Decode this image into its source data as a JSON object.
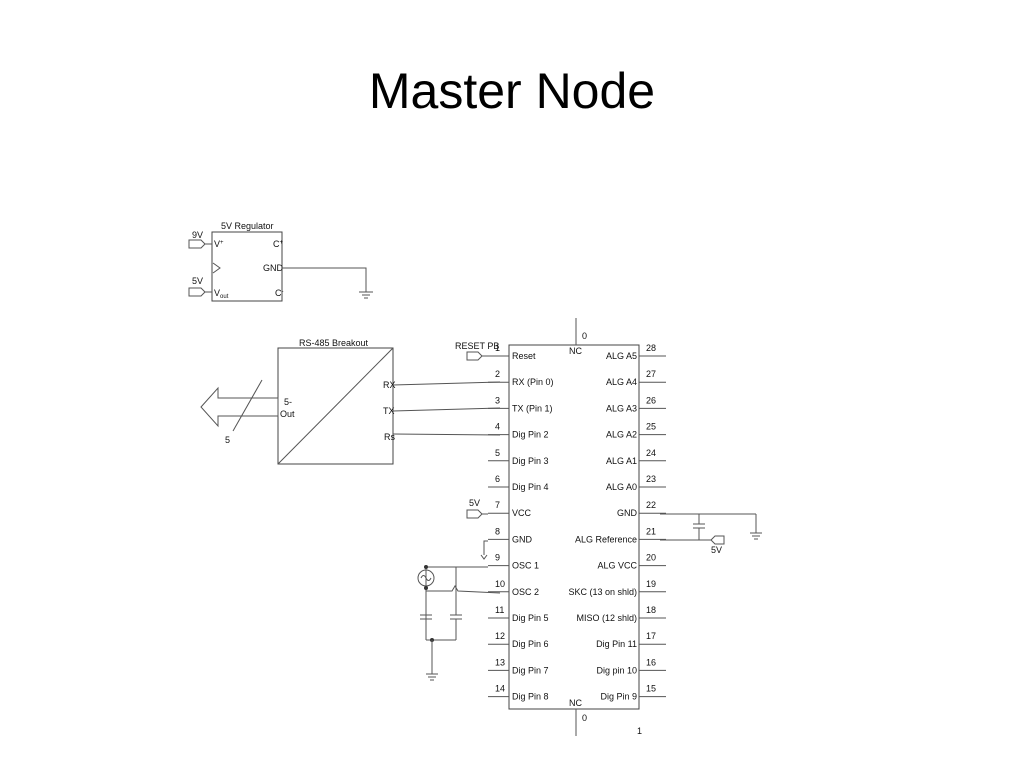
{
  "title": "Master Node",
  "regulator": {
    "title": "5V Regulator",
    "pins": {
      "vplus": "V",
      "vplus_sup": "+",
      "gnd": "GND",
      "vout": "V",
      "vout_sub": "out",
      "cplus": "C",
      "cplus_sup": "+",
      "cminus": "C",
      "cminus_sup": "-"
    },
    "input_label": "9V",
    "output_label": "5V"
  },
  "rs485": {
    "title": "RS-485 Breakout",
    "pins": [
      "RX",
      "TX",
      "Rs"
    ],
    "out_label_1": "5-",
    "out_label_2": "Out",
    "bus_label": "5"
  },
  "mcu": {
    "reset_pb": "RESET PB",
    "vcc_5v": "5V",
    "gnd_5v": "5V",
    "top_nc": "NC",
    "top_nc_num": "0",
    "bottom_nc": "NC",
    "bottom_nc_num": "0",
    "corner_num": "1",
    "left_pins": [
      {
        "num": "1",
        "name": "Reset"
      },
      {
        "num": "2",
        "name": "RX (Pin 0)"
      },
      {
        "num": "3",
        "name": "TX (Pin 1)"
      },
      {
        "num": "4",
        "name": "Dig Pin 2"
      },
      {
        "num": "5",
        "name": "Dig Pin 3"
      },
      {
        "num": "6",
        "name": "Dig Pin 4"
      },
      {
        "num": "7",
        "name": "VCC"
      },
      {
        "num": "8",
        "name": "GND"
      },
      {
        "num": "9",
        "name": "OSC 1"
      },
      {
        "num": "10",
        "name": "OSC 2"
      },
      {
        "num": "11",
        "name": "Dig Pin 5"
      },
      {
        "num": "12",
        "name": "Dig Pin 6"
      },
      {
        "num": "13",
        "name": "Dig Pin 7"
      },
      {
        "num": "14",
        "name": "Dig Pin 8"
      }
    ],
    "right_pins": [
      {
        "num": "28",
        "name": "ALG A5"
      },
      {
        "num": "27",
        "name": "ALG A4"
      },
      {
        "num": "26",
        "name": "ALG A3"
      },
      {
        "num": "25",
        "name": "ALG A2"
      },
      {
        "num": "24",
        "name": "ALG A1"
      },
      {
        "num": "23",
        "name": "ALG A0"
      },
      {
        "num": "22",
        "name": "GND"
      },
      {
        "num": "21",
        "name": "ALG Reference"
      },
      {
        "num": "20",
        "name": "ALG VCC"
      },
      {
        "num": "19",
        "name": "SKC (13 on shld)"
      },
      {
        "num": "18",
        "name": "MISO (12 shld)"
      },
      {
        "num": "17",
        "name": "Dig Pin 11"
      },
      {
        "num": "16",
        "name": "Dig pin 10"
      },
      {
        "num": "15",
        "name": "Dig Pin 9"
      }
    ]
  }
}
